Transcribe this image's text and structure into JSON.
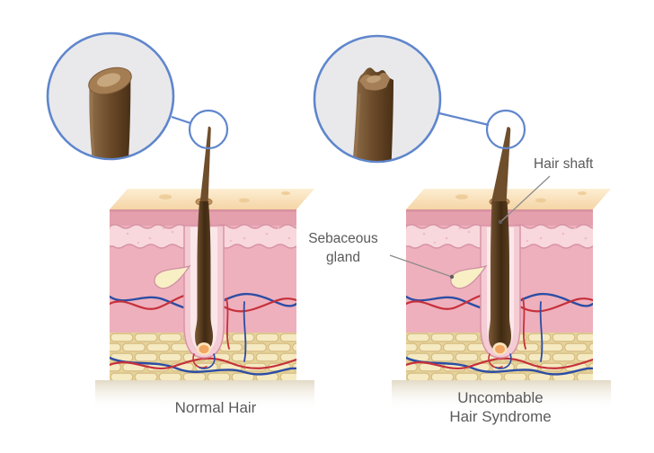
{
  "figure": {
    "type": "medical-illustration",
    "annotations": {
      "hair_shaft": "Hair shaft",
      "sebaceous_gland": [
        "Sebaceous",
        "gland"
      ]
    },
    "captions": {
      "normal": "Normal Hair",
      "uncombable": [
        "Uncombable",
        "Hair Syndrome"
      ]
    },
    "colors": {
      "accent_blue": "#5f86cc",
      "label_gray": "#5a5a5a",
      "hair_brown": "#5e4023",
      "dermis_pink": "#eeb0bc",
      "epidermis_band_pink": "#e4a0ad",
      "granular_layer_pink": "#f8d8dc",
      "top_skin_beige": "#f8ddb5",
      "subcutis_fat_beige": "#f2e5bc",
      "vessel_red": "#c6303a",
      "vessel_blue": "#2b4da5",
      "magnifier_fill": "#e9e9ec",
      "follicle_sheath_pink": "#f4ccd4",
      "papilla_orange": "#f1a763"
    }
  }
}
